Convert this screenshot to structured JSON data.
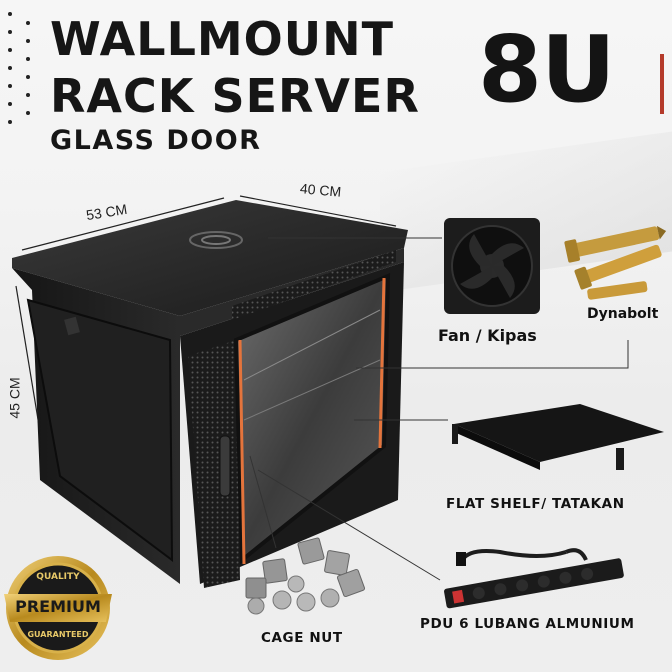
{
  "title": {
    "line1": "WALLMOUNT",
    "line2": "RACK SERVER",
    "line3": "GLASS DOOR",
    "size": "8U"
  },
  "dimensions": {
    "width": "53 CM",
    "depth": "40 CM",
    "height": "45 CM"
  },
  "accessories": {
    "fan": "Fan / Kipas",
    "dynabolt": "Dynabolt",
    "shelf": "FLAT SHELF/ TATAKAN",
    "pdu": "PDU 6 LUBANG ALMUNIUM",
    "cage_nut": "CAGE NUT"
  },
  "badge": {
    "top": "QUALITY",
    "main": "PREMIUM",
    "bottom": "GUARANTEED"
  },
  "colors": {
    "accent": "#b43a2a",
    "gold": "#c9a02c",
    "cabinet": "#1c1c1c",
    "door_trim": "#e4743c"
  },
  "icons": [
    "fan-icon",
    "dynabolt-icon",
    "flat-shelf-icon",
    "pdu-icon",
    "cage-nut-icon",
    "premium-badge-icon"
  ]
}
